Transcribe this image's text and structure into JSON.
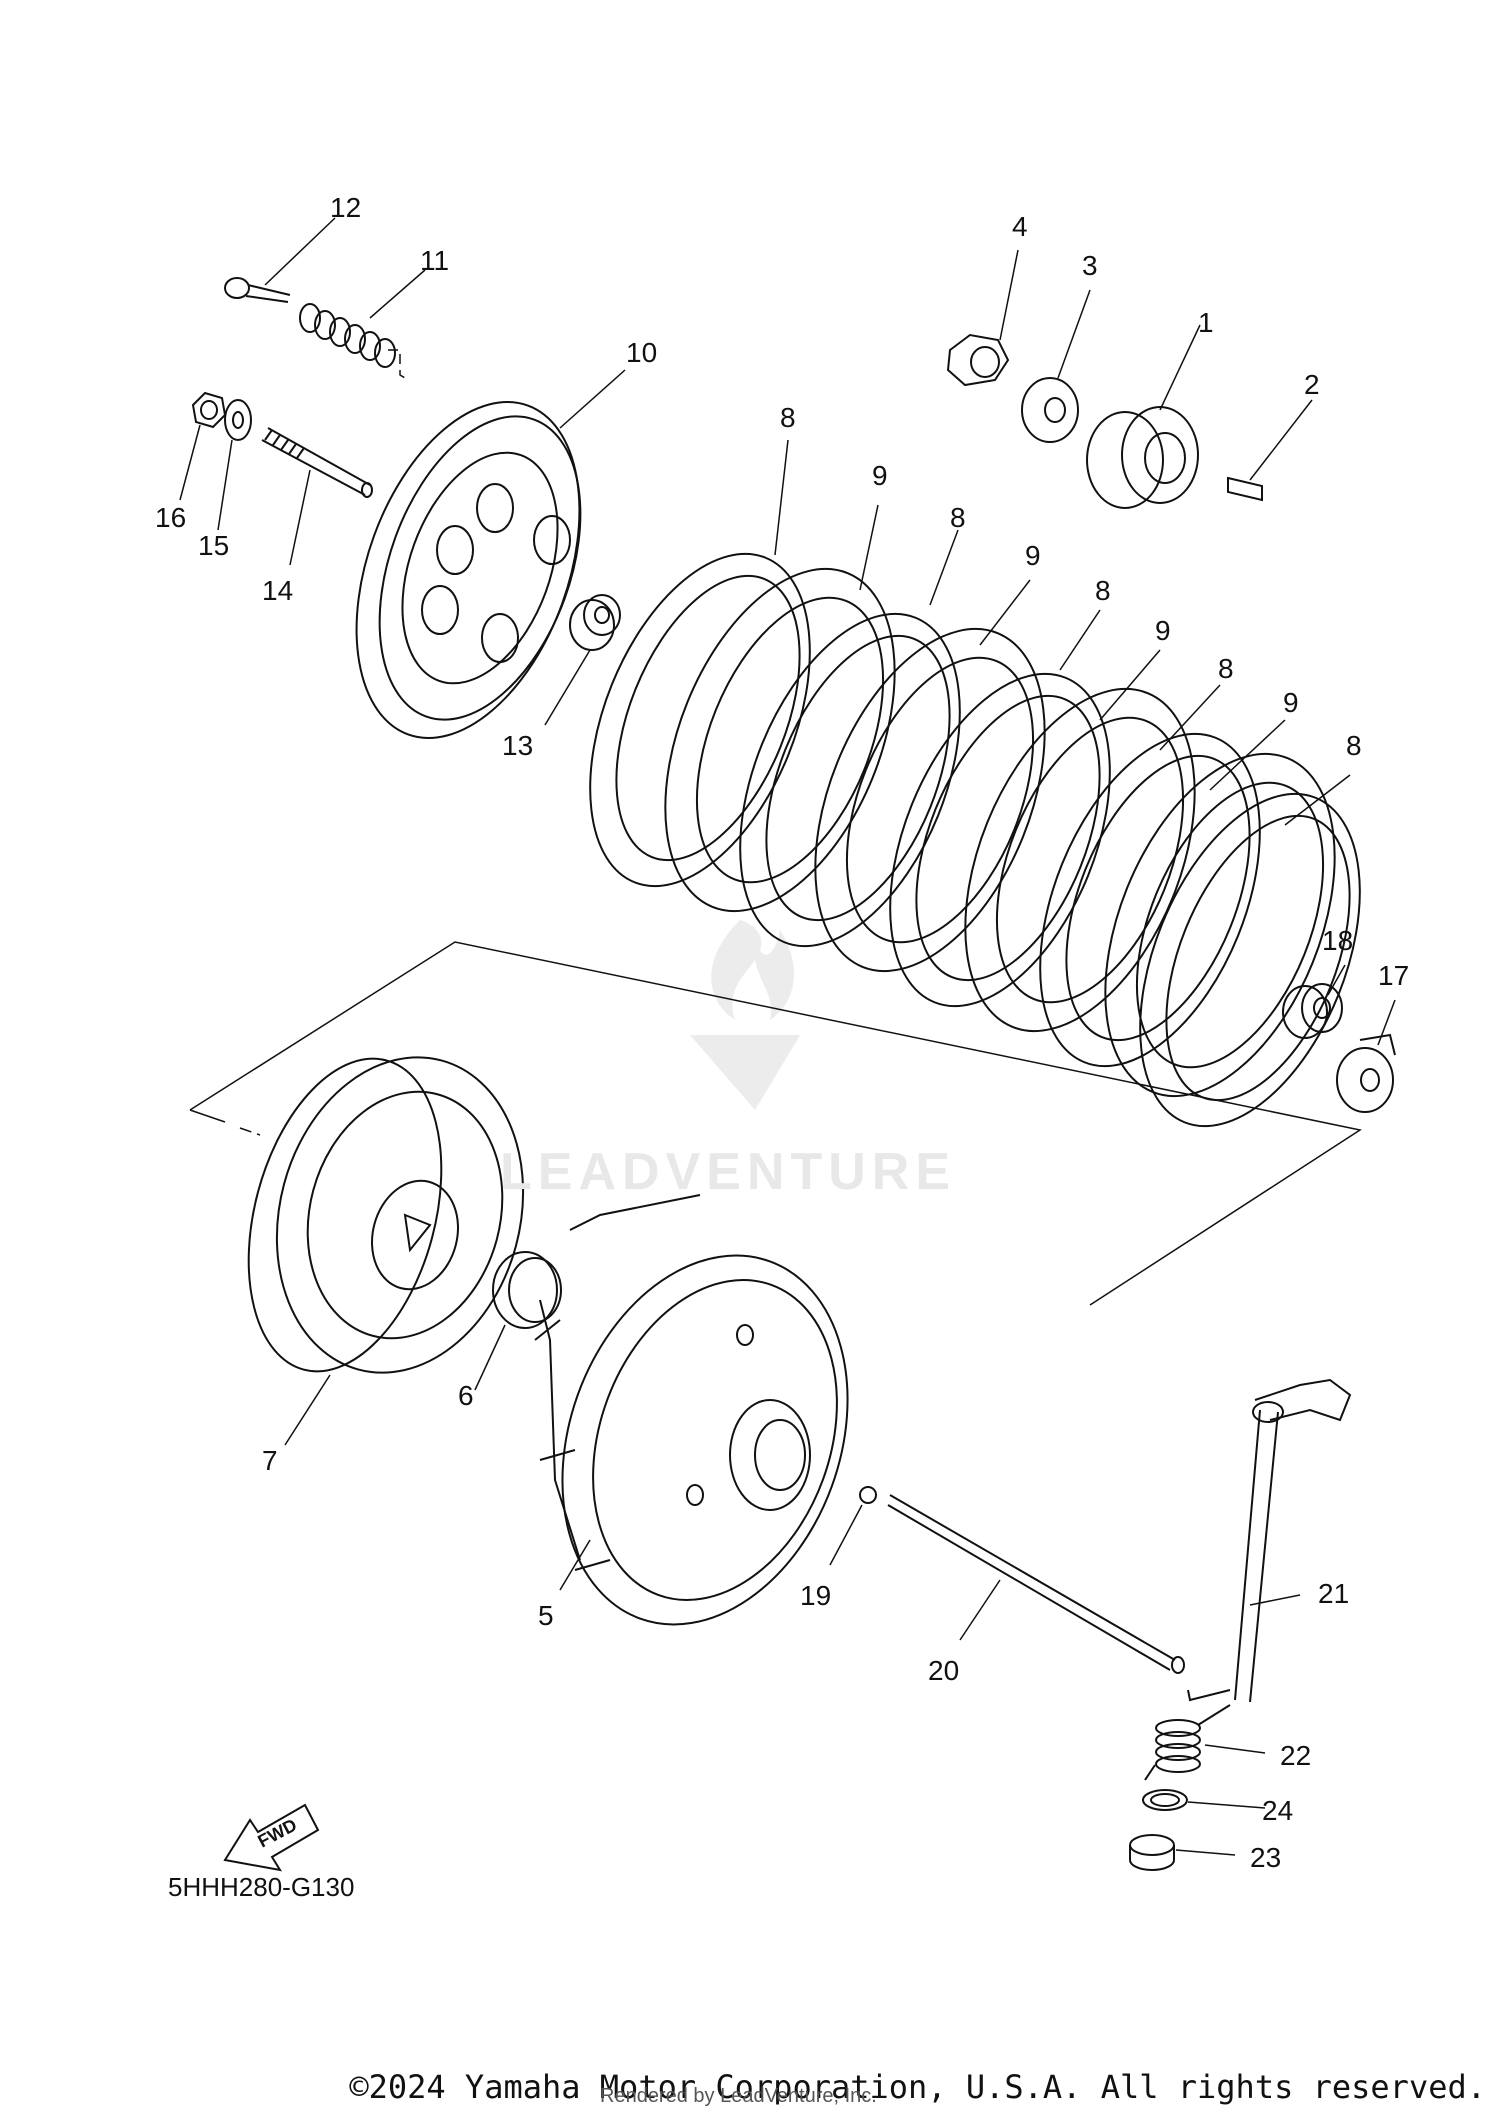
{
  "diagram": {
    "diagram_code": "5HHH280-G130",
    "fwd_label": "FWD",
    "copyright": "©2024 Yamaha Motor Corporation, U.S.A. All rights reserved.",
    "rendered_by": "Rendered by LeadVenture, Inc.",
    "watermark": "LEADVENTURE",
    "callouts": [
      "1",
      "2",
      "3",
      "4",
      "5",
      "6",
      "7",
      "8",
      "8",
      "8",
      "8",
      "8",
      "9",
      "9",
      "9",
      "9",
      "10",
      "11",
      "12",
      "13",
      "14",
      "15",
      "16",
      "17",
      "18",
      "19",
      "20",
      "21",
      "22",
      "23",
      "24"
    ]
  }
}
